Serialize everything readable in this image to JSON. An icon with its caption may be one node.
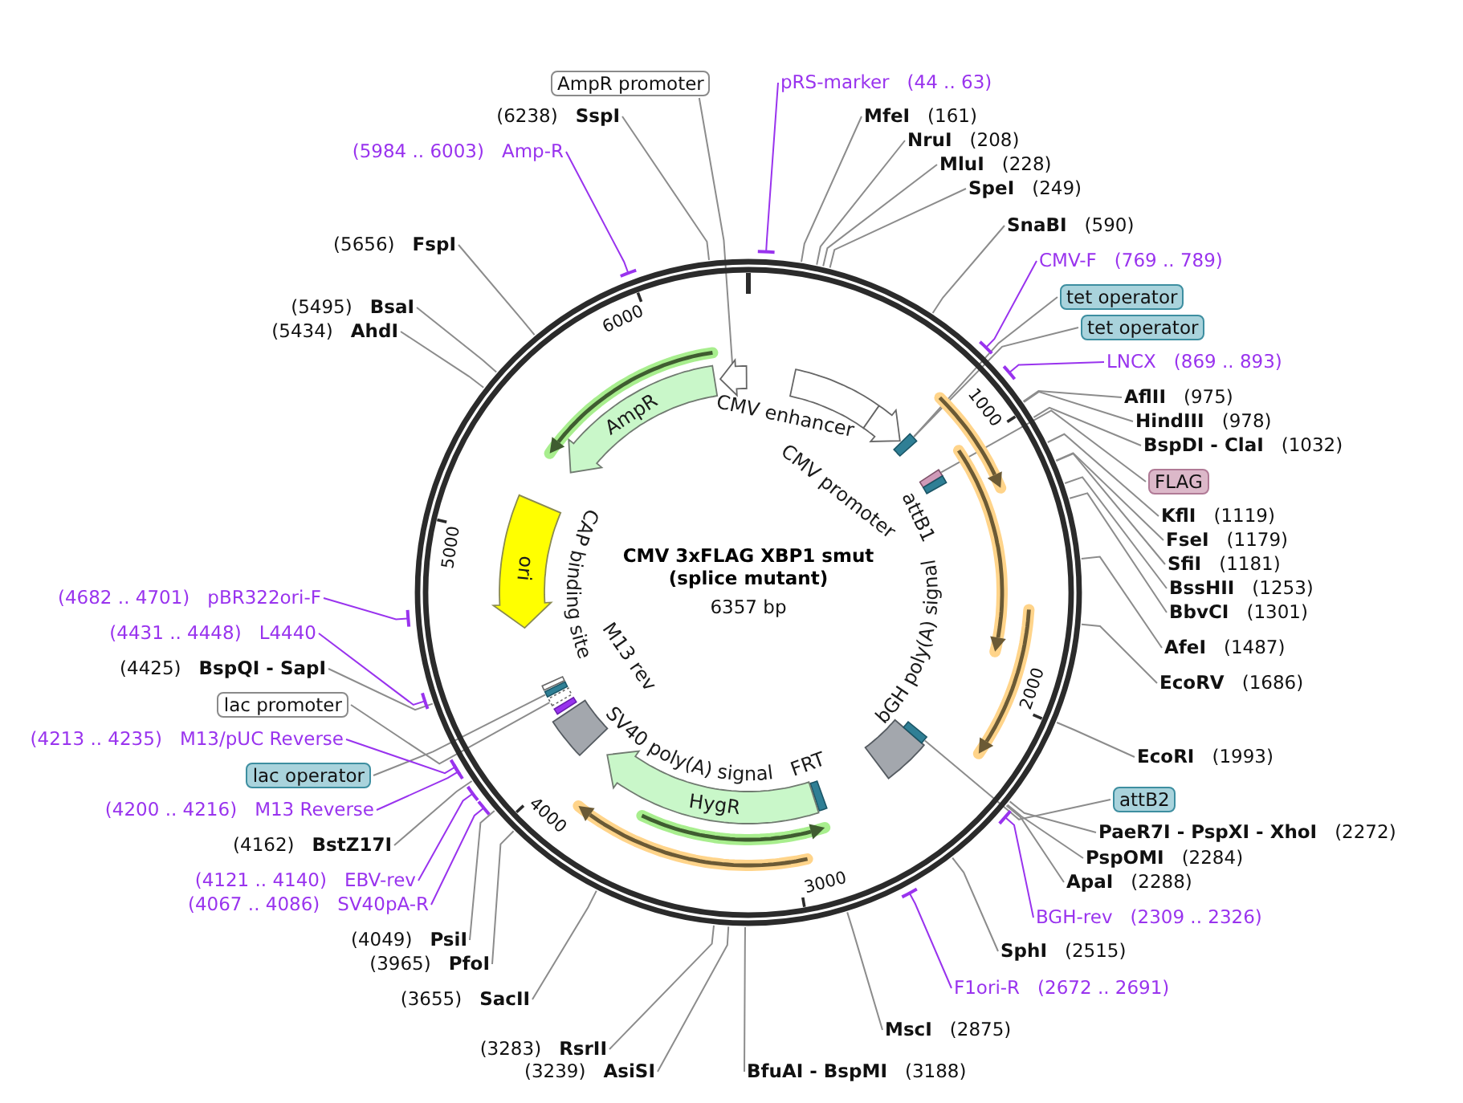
{
  "diagram": {
    "title": "CMV 3xFLAG XBP1 smut (splice mutant)",
    "nodes": [
      {
        "text": [
          "pRS-marker",
          "(44 .. 63)"
        ]
      },
      {
        "text": [
          "MfeI",
          "(161)"
        ]
      },
      {
        "text": [
          "NruI",
          "(208)"
        ]
      },
      {
        "text": [
          "MluI",
          "(228)"
        ]
      },
      {
        "text": [
          "SpeI",
          "(249)"
        ]
      },
      {
        "text": [
          "SnaBI",
          "(590)"
        ]
      },
      {
        "text": [
          "CMV-F",
          "(769 .. 789)"
        ]
      },
      {
        "text": [
          "tet operator"
        ]
      },
      {
        "text": [
          "tet operator"
        ]
      },
      {
        "text": [
          "LNCX",
          "(869 .. 893)"
        ]
      },
      {
        "text": [
          "AflII",
          "(975)"
        ]
      },
      {
        "text": [
          "HindIII",
          "(978)"
        ]
      },
      {
        "text": [
          "BspDI - ClaI",
          "(1032)"
        ]
      },
      {
        "text": [
          "FLAG"
        ]
      },
      {
        "text": [
          "KflI",
          "(1119)"
        ]
      },
      {
        "text": [
          "FseI",
          "(1179)"
        ]
      },
      {
        "text": [
          "SfiI",
          "(1181)"
        ]
      },
      {
        "text": [
          "BssHII",
          "(1253)"
        ]
      },
      {
        "text": [
          "BbvCI",
          "(1301)"
        ]
      },
      {
        "text": [
          "AfeI",
          "(1487)"
        ]
      },
      {
        "text": [
          "EcoRV",
          "(1686)"
        ]
      },
      {
        "text": [
          "EcoRI",
          "(1993)"
        ]
      },
      {
        "text": [
          "attB2"
        ]
      },
      {
        "text": [
          "PaeR7I - PspXI - XhoI",
          "(2272)"
        ]
      },
      {
        "text": [
          "PspOMI",
          "(2284)"
        ]
      },
      {
        "text": [
          "ApaI",
          "(2288)"
        ]
      },
      {
        "text": [
          "BGH-rev",
          "(2309 .. 2326)"
        ]
      },
      {
        "text": [
          "SphI",
          "(2515)"
        ]
      },
      {
        "text": [
          "F1ori-R",
          "(2672 .. 2691)"
        ]
      },
      {
        "text": [
          "MscI",
          "(2875)"
        ]
      },
      {
        "text": [
          "BfuAI - BspMI",
          "(3188)"
        ]
      },
      {
        "text": [
          "(3239)",
          "AsiSI"
        ]
      },
      {
        "text": [
          "(3283)",
          "RsrII"
        ]
      },
      {
        "text": [
          "(3655)",
          "SacII"
        ]
      },
      {
        "text": [
          "(3965)",
          "PfoI"
        ]
      },
      {
        "text": [
          "(4049)",
          "PsiI"
        ]
      },
      {
        "text": [
          "(4067 .. 4086)",
          "SV40pA-R"
        ]
      },
      {
        "text": [
          "(4121 .. 4140)",
          "EBV-rev"
        ]
      },
      {
        "text": [
          "(4162)",
          "BstZ17I"
        ]
      },
      {
        "text": [
          "(4200 .. 4216)",
          "M13 Reverse"
        ]
      },
      {
        "text": [
          "lac operator"
        ]
      },
      {
        "text": [
          "(4213 .. 4235)",
          "M13/pUC Reverse"
        ]
      },
      {
        "text": [
          "lac promoter"
        ]
      },
      {
        "text": [
          "(4425)",
          "BspQI - SapI"
        ]
      },
      {
        "text": [
          "(4431 .. 4448)",
          "L4440"
        ]
      },
      {
        "text": [
          "(4682 .. 4701)",
          "pBR322ori-F"
        ]
      },
      {
        "text": [
          "(5434)",
          "AhdI"
        ]
      },
      {
        "text": [
          "(5495)",
          "BsaI"
        ]
      },
      {
        "text": [
          "(5656)",
          "FspI"
        ]
      },
      {
        "text": [
          "(5984 .. 6003)",
          "Amp-R"
        ]
      },
      {
        "text": [
          "(6238)",
          "SspI"
        ]
      },
      {
        "text": [
          "AmpR promoter"
        ]
      },
      {
        "text": [],
        "shape": "arrow"
      },
      {
        "text": [
          "CMV enhancer"
        ]
      },
      {
        "text": [
          "CMV promoter"
        ]
      },
      {
        "text": [],
        "shape": "bar"
      },
      {
        "text": [],
        "shape": "bar"
      },
      {
        "text": [
          "attB1"
        ]
      },
      {
        "text": [],
        "shape": "arrow"
      },
      {
        "text": [],
        "shape": "arrow"
      },
      {
        "text": [],
        "shape": "arrow"
      },
      {
        "text": [
          "bGH poly(A) signal"
        ]
      },
      {
        "text": [],
        "shape": "bar"
      },
      {
        "text": [
          "FRT"
        ]
      },
      {
        "text": [
          "HygR"
        ]
      },
      {
        "text": [],
        "shape": "arrow"
      },
      {
        "text": [],
        "shape": "arrow"
      },
      {
        "text": [
          "SV40 poly(A) signal"
        ]
      },
      {
        "text": [
          "M13 rev"
        ]
      },
      {
        "text": [],
        "shape": "bar"
      },
      {
        "text": [],
        "shape": "bar"
      },
      {
        "text": [
          "CAP binding site"
        ]
      },
      {
        "text": [
          "ori"
        ]
      },
      {
        "text": [
          "AmpR"
        ]
      },
      {
        "text": [],
        "shape": "arrow"
      }
    ],
    "edges": [
      {
        "from": 0,
        "to": null,
        "arrow": "none",
        "color": "#9933ee"
      },
      {
        "from": 1,
        "to": null,
        "arrow": "none"
      },
      {
        "from": 2,
        "to": null,
        "arrow": "none"
      },
      {
        "from": 3,
        "to": null,
        "arrow": "none"
      },
      {
        "from": 4,
        "to": null,
        "arrow": "none"
      },
      {
        "from": 5,
        "to": null,
        "arrow": "none"
      },
      {
        "from": 6,
        "to": null,
        "arrow": "none",
        "color": "#9933ee"
      },
      {
        "from": 7,
        "to": 55,
        "arrow": "none"
      },
      {
        "from": 8,
        "to": 55,
        "arrow": "none"
      },
      {
        "from": 9,
        "to": null,
        "arrow": "none",
        "color": "#9933ee"
      },
      {
        "from": 10,
        "to": null,
        "arrow": "none"
      },
      {
        "from": 11,
        "to": null,
        "arrow": "none"
      },
      {
        "from": 12,
        "to": null,
        "arrow": "none"
      },
      {
        "from": 13,
        "to": 56,
        "arrow": "none"
      },
      {
        "from": 14,
        "to": null,
        "arrow": "none"
      },
      {
        "from": 15,
        "to": null,
        "arrow": "none"
      },
      {
        "from": 16,
        "to": null,
        "arrow": "none"
      },
      {
        "from": 17,
        "to": null,
        "arrow": "none"
      },
      {
        "from": 18,
        "to": null,
        "arrow": "none"
      },
      {
        "from": 19,
        "to": null,
        "arrow": "none"
      },
      {
        "from": 20,
        "to": null,
        "arrow": "none"
      },
      {
        "from": 21,
        "to": null,
        "arrow": "none"
      },
      {
        "from": 22,
        "to": 62,
        "arrow": "none"
      },
      {
        "from": 23,
        "to": null,
        "arrow": "none"
      },
      {
        "from": 24,
        "to": null,
        "arrow": "none"
      },
      {
        "from": 25,
        "to": null,
        "arrow": "none"
      },
      {
        "from": 26,
        "to": null,
        "arrow": "none",
        "color": "#9933ee"
      },
      {
        "from": 27,
        "to": null,
        "arrow": "none"
      },
      {
        "from": 28,
        "to": null,
        "arrow": "none",
        "color": "#9933ee"
      },
      {
        "from": 29,
        "to": null,
        "arrow": "none"
      },
      {
        "from": 30,
        "to": null,
        "arrow": "none"
      },
      {
        "from": 31,
        "to": null,
        "arrow": "none"
      },
      {
        "from": 32,
        "to": null,
        "arrow": "none"
      },
      {
        "from": 33,
        "to": null,
        "arrow": "none"
      },
      {
        "from": 34,
        "to": null,
        "arrow": "none"
      },
      {
        "from": 35,
        "to": null,
        "arrow": "none"
      },
      {
        "from": 36,
        "to": null,
        "arrow": "none",
        "color": "#9933ee"
      },
      {
        "from": 37,
        "to": null,
        "arrow": "none",
        "color": "#9933ee"
      },
      {
        "from": 38,
        "to": null,
        "arrow": "none"
      },
      {
        "from": 39,
        "to": null,
        "arrow": "none",
        "color": "#9933ee"
      },
      {
        "from": 40,
        "to": 69,
        "arrow": "none"
      },
      {
        "from": 41,
        "to": null,
        "arrow": "none",
        "color": "#9933ee"
      },
      {
        "from": 42,
        "to": 70,
        "arrow": "none"
      },
      {
        "from": 43,
        "to": null,
        "arrow": "none"
      },
      {
        "from": 44,
        "to": null,
        "arrow": "none",
        "color": "#9933ee"
      },
      {
        "from": 45,
        "to": null,
        "arrow": "none",
        "color": "#9933ee"
      },
      {
        "from": 46,
        "to": null,
        "arrow": "none"
      },
      {
        "from": 47,
        "to": null,
        "arrow": "none"
      },
      {
        "from": 48,
        "to": null,
        "arrow": "none"
      },
      {
        "from": 49,
        "to": null,
        "arrow": "none",
        "color": "#9933ee"
      },
      {
        "from": 50,
        "to": null,
        "arrow": "none"
      },
      {
        "from": 51,
        "to": 52,
        "arrow": "none"
      }
    ],
    "labels": [
      "6000",
      "1000",
      "5000",
      "6357 bp",
      "2000",
      "4000",
      "3000"
    ]
  }
}
